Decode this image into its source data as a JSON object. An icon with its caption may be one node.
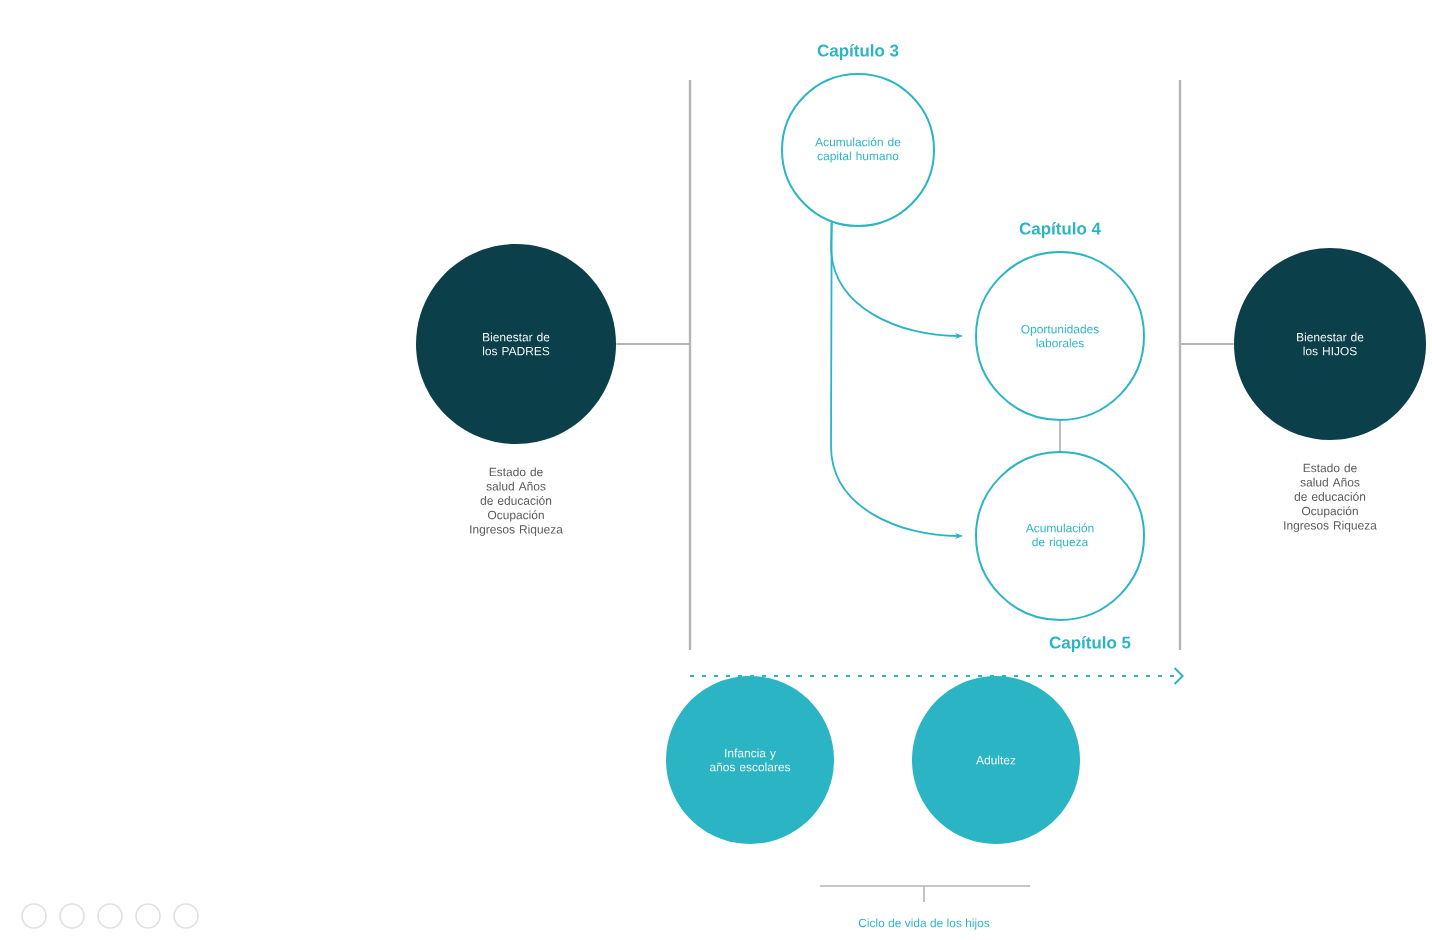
{
  "diagram": {
    "nodes": [
      {
        "text": [
          "Bienestar de los PADRES"
        ],
        "beside": [
          "Estado de salud Años de educación Ocupación Ingresos Riqueza"
        ]
      },
      {
        "text": [
          "Capítulo 3",
          "Acumulación de capital humano"
        ]
      },
      {
        "text": [
          "Capítulo 4",
          "Oportunidades laborales"
        ]
      },
      {
        "text": [
          "Acumulación de riqueza"
        ]
      },
      {
        "text": [
          "Bienestar de los HIJOS"
        ],
        "beside": [
          "Estado de salud Años de educación Ocupación Ingresos Riqueza"
        ]
      },
      {
        "text": [
          "Infancia y años escolares"
        ]
      },
      {
        "text": [
          "Adultez"
        ]
      }
    ],
    "edges": [
      {
        "from": 0,
        "to": null,
        "arrow": "none"
      },
      {
        "from": 1,
        "to": 2,
        "arrow": "to",
        "color": "#2bb5c4"
      },
      {
        "from": 1,
        "to": 3,
        "arrow": "to",
        "color": "#2bb5c4"
      },
      {
        "from": 2,
        "to": 3,
        "arrow": "none"
      },
      {
        "from": null,
        "to": 4,
        "arrow": "none"
      }
    ],
    "labels": [
      "Capítulo 5",
      "Ciclo de vida de los hijos"
    ]
  }
}
